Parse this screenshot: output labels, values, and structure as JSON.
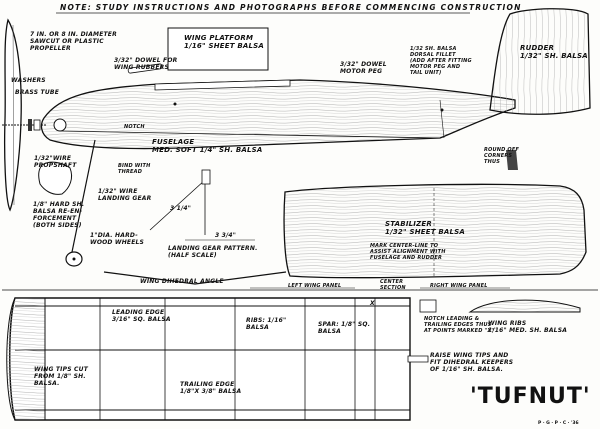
{
  "note": "NOTE: STUDY INSTRUCTIONS AND PHOTOGRAPHS BEFORE COMMENCING CONSTRUCTION",
  "title": "'TUFNUT'",
  "credit": "P · G · P · C · '36",
  "labels": {
    "propeller": "7 IN. OR 8 IN. DIAMETER\nSAWCUT OR PLASTIC\nPROPELLER",
    "wing_platform": "WING PLATFORM\n1/16\" SHEET BALSA",
    "dowel_wing": "3/32\" DOWEL FOR\nWING RUBBERS",
    "washers": "WASHERS",
    "brass_tube": "BRASS TUBE",
    "motor_peg": "3/32\" DOWEL\nMOTOR PEG",
    "dorsal_fillet": "1/32 SH. BALSA\nDORSAL FILLET\n(add after fitting\nmotor peg and\ntail unit)",
    "rudder": "RUDDER\n1/32\" SH. BALSA",
    "notch": "Notch",
    "fuselage": "FUSELAGE\nMED. SOFT 1/4\" SH. BALSA",
    "propshaft": "1/32\"WIRE\nPROPSHAFT",
    "bind_thread": "Bind with\nthread",
    "round_corners": "Round off\ncorners\nthus",
    "hard_sh": "1/8\" HARD SH.\nBALSA RE-EN-\nFORCEMENT\n(both sides)",
    "landing_gear": "1/32\" WIRE\nLANDING GEAR",
    "wheels": "1\"DIA. HARD-\nWOOD WHEELS",
    "gear_pattern": "LANDING GEAR PATTERN.\n(HALF SCALE)",
    "dim_3_1_4": "3 1/4\"",
    "dim_3_3_4": "3 3/4\"",
    "stabilizer": "STABILIZER\n1/32\" SHEET BALSA",
    "center_line": "Mark center-line to\nassist alignment with\nfuselage and rudder",
    "dihedral": "WING DIHEDRAL ANGLE",
    "left_panel": "Left Wing Panel",
    "center_section": "Center\nSection",
    "right_panel": "Right Wing Panel",
    "leading_edge": "LEADING EDGE\n3/16\" SQ. BALSA",
    "ribs": "RIBS: 1/16\"\nBALSA",
    "spar": "SPAR: 1/8\" SQ.\nBALSA",
    "notch_edges": "Notch leading &\ntrailing edges thus\nat points marked \"x\"",
    "wing_ribs": "WING RIBS\n1/16\" MED. SH. BALSA",
    "raise_tips": "Raise wing tips and\nfit dihedral keepers\nof 1/16\" SH. BALSA.",
    "wing_tips": "WING TIPS CUT\nFROM 1/8\" SH.\nBALSA.",
    "trailing_edge": "TRAILING EDGE\n1/8\"x 3/8\" BALSA",
    "x_mark": "x"
  }
}
